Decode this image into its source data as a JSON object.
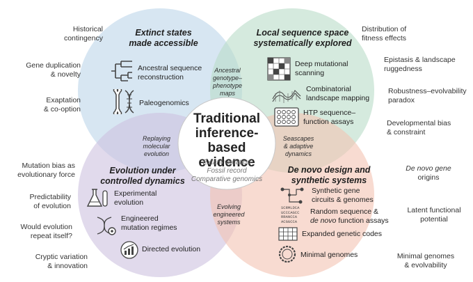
{
  "center": {
    "title_lines": [
      "Traditional",
      "inference-based",
      "evidence"
    ],
    "subtitle_lines": [
      "Extant variation",
      "Fossil record",
      "Comparative genomics"
    ]
  },
  "quadrants": {
    "top_left": {
      "title_lines": [
        "Extinct states",
        "made accessible"
      ],
      "items": [
        {
          "icon": "phylogeny-tree-icon",
          "lines": [
            "Ancestral sequence",
            "reconstruction"
          ]
        },
        {
          "icon": "bone-dna-icon",
          "lines": [
            "Paleogenomics"
          ]
        }
      ]
    },
    "top_right": {
      "title_lines": [
        "Local sequence space",
        "systematically explored"
      ],
      "items": [
        {
          "icon": "mutation-grid-icon",
          "lines": [
            "Deep mutational",
            "scanning"
          ]
        },
        {
          "icon": "fitness-landscape-icon",
          "lines": [
            "Combinatorial",
            "landscape mapping"
          ]
        },
        {
          "icon": "well-plate-icon",
          "lines": [
            "HTP sequence–",
            "function assays"
          ]
        }
      ]
    },
    "bottom_left": {
      "title_lines": [
        "Evolution under",
        "controlled dynamics"
      ],
      "items": [
        {
          "icon": "flask-icon",
          "lines": [
            "Experimental",
            "evolution"
          ]
        },
        {
          "icon": "dna-gear-icon",
          "lines": [
            "Engineered",
            "mutation regimes"
          ]
        },
        {
          "icon": "growth-chart-icon",
          "lines": [
            "Directed evolution"
          ]
        }
      ]
    },
    "bottom_right": {
      "title_lines": [
        "De novo design and",
        "synthetic systems"
      ],
      "items": [
        {
          "icon": "circuit-icon",
          "lines": [
            "Synthetic gene",
            "circuits & genomes"
          ]
        },
        {
          "icon": "random-sequence-icon",
          "lines": [
            "Random sequence &",
            "de novo function assays"
          ]
        },
        {
          "icon": "genetic-code-table-icon",
          "lines": [
            "Expanded genetic codes"
          ]
        },
        {
          "icon": "minimal-genome-icon",
          "lines": [
            "Minimal genomes"
          ]
        }
      ],
      "random_sequence_glyph_lines": [
        "SCRMLDCA",
        "UCCCAGCC",
        "RRANCCA",
        "ACGGCCA"
      ]
    }
  },
  "overlaps": {
    "top": [
      "Ancestral",
      "genotype–",
      "phenotype",
      "maps"
    ],
    "left": [
      "Replaying",
      "molecular",
      "evolution"
    ],
    "right": [
      "Seascapes",
      "& adaptive",
      "dynamics"
    ],
    "bottom": [
      "Evolving",
      "engineered",
      "systems"
    ]
  },
  "left_labels": [
    [
      "Historical",
      "contingency"
    ],
    [
      "Gene duplication",
      "& novelty"
    ],
    [
      "Exaptation",
      "& co-option"
    ],
    [
      "Mutation bias as",
      "evolutionary force"
    ],
    [
      "Predictability",
      "of evolution"
    ],
    [
      "Would evolution",
      "repeat itself?"
    ],
    [
      "Cryptic variation",
      "& innovation"
    ]
  ],
  "right_labels": [
    [
      "Distribution of",
      "fitness effects"
    ],
    [
      "Epistasis & landscape",
      "ruggedness"
    ],
    [
      "Robustness–evolvability",
      "paradox"
    ],
    [
      "Developmental bias",
      "& constraint"
    ],
    [
      "De novo gene",
      "origins"
    ],
    [
      "Latent functional",
      "potential"
    ],
    [
      "Minimal genomes",
      "& evolvability"
    ]
  ],
  "colors": {
    "top_left": "#bcd6ea",
    "top_right": "#b9dcc8",
    "bottom_left": "#cdc1e0",
    "bottom_right": "#f3c3b2",
    "center": "#ffffff",
    "center_border": "#c8c8c8"
  }
}
